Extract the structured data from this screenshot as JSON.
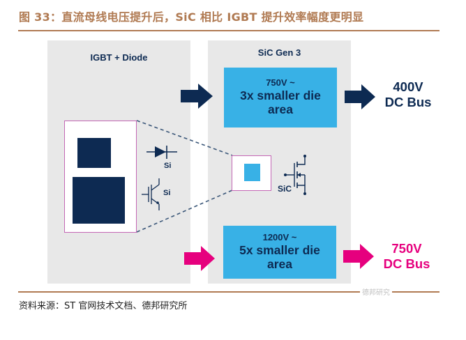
{
  "figure": {
    "title": "图 33：直流母线电压提升后，SiC 相比 IGBT 提升效率幅度更明显",
    "source": "资料来源：ST 官网技术文档、德邦研究所",
    "watermark": "德邦研究"
  },
  "left_panel": {
    "title": "IGBT + Diode",
    "diode_label": "Si",
    "igbt_label": "Si"
  },
  "right_panel": {
    "title": "SiC Gen 3",
    "top_box": {
      "line1": "750V ~",
      "line2": "3x smaller die",
      "line3": "area"
    },
    "bottom_box": {
      "line1": "1200V ~",
      "line2": "5x smaller die",
      "line3": "area"
    },
    "mosfet_label": "SiC"
  },
  "outputs": {
    "top": {
      "line1": "400V",
      "line2": "DC Bus",
      "color": "#0d2a52"
    },
    "bottom": {
      "line1": "750V",
      "line2": "DC Bus",
      "color": "#e6007e"
    }
  },
  "colors": {
    "navy": "#0d2a52",
    "sic_blue": "#38b1e6",
    "pink": "#e6007e",
    "frame_magenta": "#c366b4",
    "panel_gray": "#e8e8e8",
    "rule_brown": "#b07a52"
  }
}
